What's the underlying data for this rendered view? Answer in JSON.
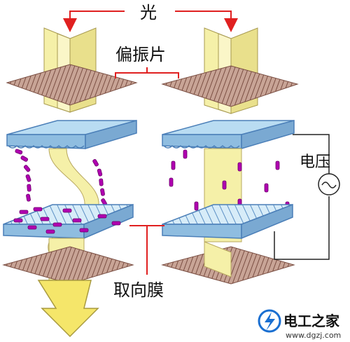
{
  "labels": {
    "light": "光",
    "polarizer": "偏振片",
    "voltage": "电压",
    "alignment_film": "取向膜"
  },
  "watermark": {
    "name": "电工之家",
    "url": "www.dgzj.com"
  },
  "colors": {
    "arrow_red": "#e02020",
    "light_beam": "#f5f0a8",
    "light_beam_edge": "#b8a860",
    "polarizer_brown": "#9a6a58",
    "glass_blue": "#b9dcf2",
    "glass_edge": "#4b7fb8",
    "molecule": "#b000b0",
    "logo_blue": "#1a6fd1"
  }
}
